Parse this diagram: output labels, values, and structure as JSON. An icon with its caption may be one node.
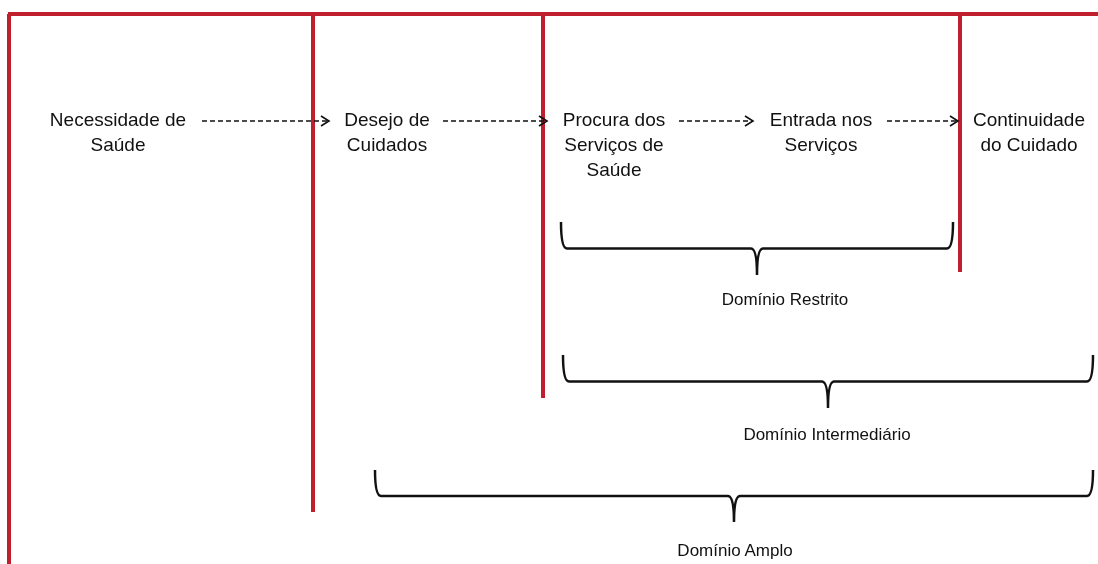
{
  "diagram": {
    "nodes": [
      {
        "text": [
          "Necessidade de Saúde"
        ]
      },
      {
        "text": [
          "Desejo de Cuidados"
        ]
      },
      {
        "text": [
          "Procura dos Serviços de Saúde"
        ]
      },
      {
        "text": [
          "Entrada nos Serviços"
        ]
      },
      {
        "text": [
          "Continuidade do Cuidado"
        ]
      }
    ],
    "edges": [
      {
        "from": 0,
        "to": 1,
        "arrow": "to",
        "style": "dashed"
      },
      {
        "from": 1,
        "to": 2,
        "arrow": "to",
        "style": "dashed"
      },
      {
        "from": 2,
        "to": 3,
        "arrow": "to",
        "style": "dashed"
      },
      {
        "from": 3,
        "to": 4,
        "arrow": "to",
        "style": "dashed"
      }
    ],
    "labels": [
      "Domínio Restrito",
      "Domínio Intermediário",
      "Domínio Amplo"
    ]
  }
}
